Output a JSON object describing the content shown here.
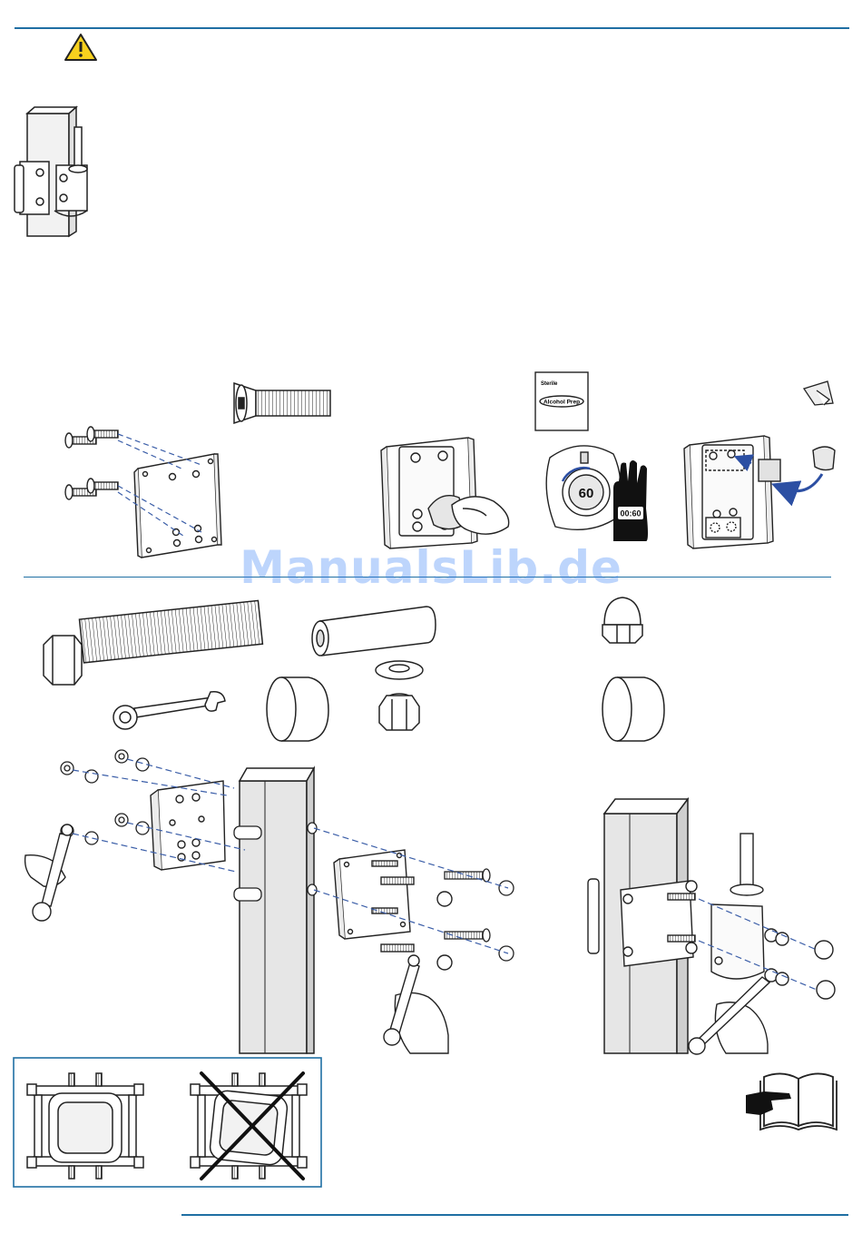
{
  "packet": {
    "brand": "Sterile",
    "label": "Alcohol Prep"
  },
  "timer": {
    "seconds": "60",
    "display": "00:60"
  },
  "watermark": "ManualsLib.de",
  "colors": {
    "rule": "#1f6fa3",
    "arrow": "#2c4fa3",
    "warning": "#f7d11e",
    "post": "#e6e6e6",
    "dashed": "#3b5ea8"
  },
  "icons": [
    "warning-icon",
    "manual-book-icon",
    "pointing-hand-icon",
    "cross-mark-icon"
  ]
}
